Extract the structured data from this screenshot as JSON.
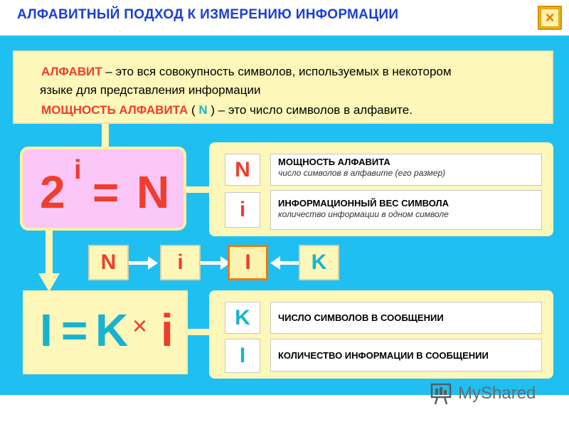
{
  "header": {
    "title": "АЛФАВИТНЫЙ  ПОДХОД  К  ИЗМЕРЕНИЮ  ИНФОРМАЦИИ",
    "close_label": "×"
  },
  "definitions": {
    "line1_term": "АЛФАВИТ",
    "line1_text": " – это вся совокупность символов, используемых в некотором",
    "line2_text": "языке  для  представления информации",
    "line3_term": "МОЩНОСТЬ  АЛФАВИТА",
    "line3_open": "  (  ",
    "line3_var": "N",
    "line3_text": " ) – это  число  символов  в  алфавите."
  },
  "formula1": {
    "base": "2",
    "exponent": "i",
    "equals": "=",
    "result": "N"
  },
  "vars_top": [
    {
      "letter": "N",
      "title": "МОЩНОСТЬ  АЛФАВИТА",
      "subtitle": "число символов в алфавите (его размер)"
    },
    {
      "letter": "i",
      "title": "ИНФОРМАЦИОННЫЙ   ВЕС  СИМВОЛА",
      "subtitle": "количество информации в одном символе"
    }
  ],
  "flow": [
    "N",
    "i",
    "I",
    "K"
  ],
  "formula2": {
    "lhs": "I",
    "equals": "=",
    "factor1": "K",
    "times": "×",
    "factor2": "i"
  },
  "vars_bottom": [
    {
      "letter": "K",
      "title": "ЧИСЛО  СИМВОЛОВ  В  СООБЩЕНИИ"
    },
    {
      "letter": "I",
      "title": "КОЛИЧЕСТВО  ИНФОРМАЦИИ  В  СООБЩЕНИИ"
    }
  ],
  "watermark": {
    "text": "MyShared"
  },
  "colors": {
    "accent_red": "#ef3d2e",
    "accent_cyan": "#18b3ce",
    "background_blue": "#1fbff2",
    "panel_yellow": "#fdf7b9",
    "title_blue": "#1a3fd6"
  }
}
